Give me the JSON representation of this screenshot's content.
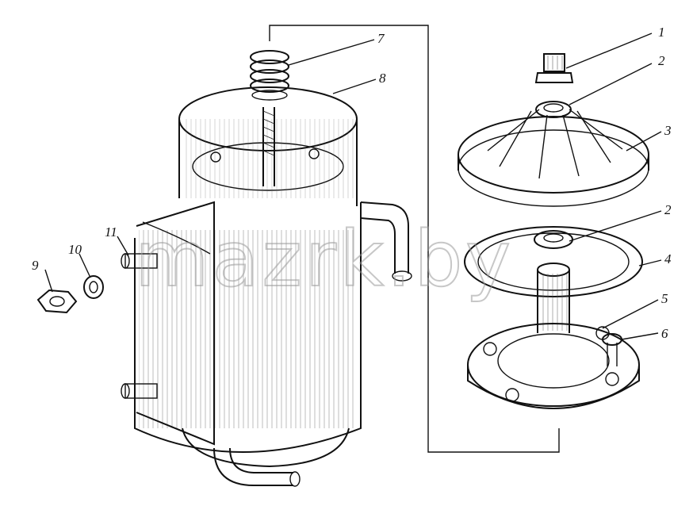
{
  "diagram": {
    "watermark": "mazrk.by",
    "callouts": [
      {
        "id": "c1",
        "text": "1"
      },
      {
        "id": "c2a",
        "text": "2"
      },
      {
        "id": "c3",
        "text": "3"
      },
      {
        "id": "c2b",
        "text": "2"
      },
      {
        "id": "c4",
        "text": "4"
      },
      {
        "id": "c5",
        "text": "5"
      },
      {
        "id": "c6",
        "text": "6"
      },
      {
        "id": "c7",
        "text": "7"
      },
      {
        "id": "c8",
        "text": "8"
      },
      {
        "id": "c9",
        "text": "9"
      },
      {
        "id": "c10",
        "text": "10"
      },
      {
        "id": "c11",
        "text": "11"
      }
    ]
  }
}
